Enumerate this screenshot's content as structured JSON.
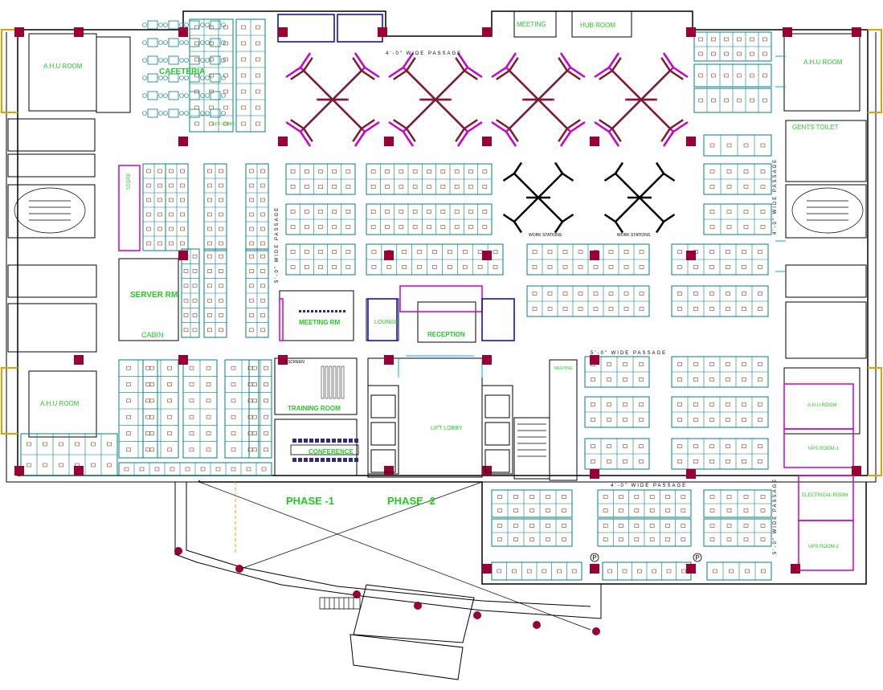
{
  "plan": {
    "phases": {
      "phase1": "PHASE -1",
      "phase2": "PHASE -2"
    },
    "rooms": {
      "ahu_top_left": "A.H.U ROOM",
      "ahu_mid_left": "A.H.U ROOM",
      "ahu_top_right": "A.H.U ROOM",
      "ahu_mid_right": "A.H.U ROOM",
      "cafeteria": "CAFETERIA",
      "lobby_small": "LIFT LOBBY",
      "server_room": "SERVER RM",
      "cabin": "CABIN",
      "store": "STORE",
      "meeting_room": "MEETING RM",
      "lounge": "LOUNGE",
      "reception": "RECEPTION",
      "lift_lobby": "LIFT LOBBY",
      "training_room": "TRAINING ROOM",
      "conference": "CONFERENCE",
      "meeting_top": "MEETING",
      "hub_room": "HUB ROOM",
      "gents_toilet": "GENTS TOILET",
      "ups_room_1": "UPS ROOM-1",
      "ups_room_2": "UPS ROOM-2",
      "electrical_room": "ELECTRICAL ROOM",
      "meeting_side": "MEETING",
      "p_screen": "P.SCREEN",
      "work_stations": "WORK STATIONS"
    },
    "passages": {
      "top": "4'-0\" WIDE PASSAGE",
      "mid": "5'-0\" WIDE PASSAGE",
      "bottom": "4'-0\" WIDE PASSAGE",
      "left_vertical": "5'-0\" WIDE PASSAGE",
      "right_vertical": "4'-0\" WIDE PASSAGE",
      "right_lower": "5'-0\" WIDE PASSAGE"
    },
    "parking_marker": "P",
    "colors": {
      "wall": "#000000",
      "workstation": "#008080",
      "label": "#22cc22",
      "column": "#990033",
      "magenta": "#cc00cc",
      "orange": "#e8a000",
      "blue": "#0000cc"
    }
  }
}
